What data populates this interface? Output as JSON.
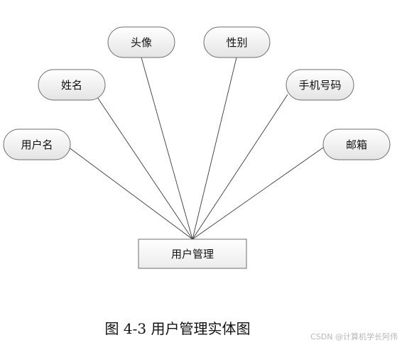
{
  "diagram": {
    "entity": {
      "label": "用户管理"
    },
    "attributes": [
      {
        "id": "head",
        "label": "头像"
      },
      {
        "id": "gender",
        "label": "性别"
      },
      {
        "id": "name",
        "label": "姓名"
      },
      {
        "id": "phone",
        "label": "手机号码"
      },
      {
        "id": "username",
        "label": "用户名"
      },
      {
        "id": "email",
        "label": "邮箱"
      }
    ]
  },
  "caption": "图 4-3 用户管理实体图",
  "watermark": "CSDN @计算机学长阿伟"
}
